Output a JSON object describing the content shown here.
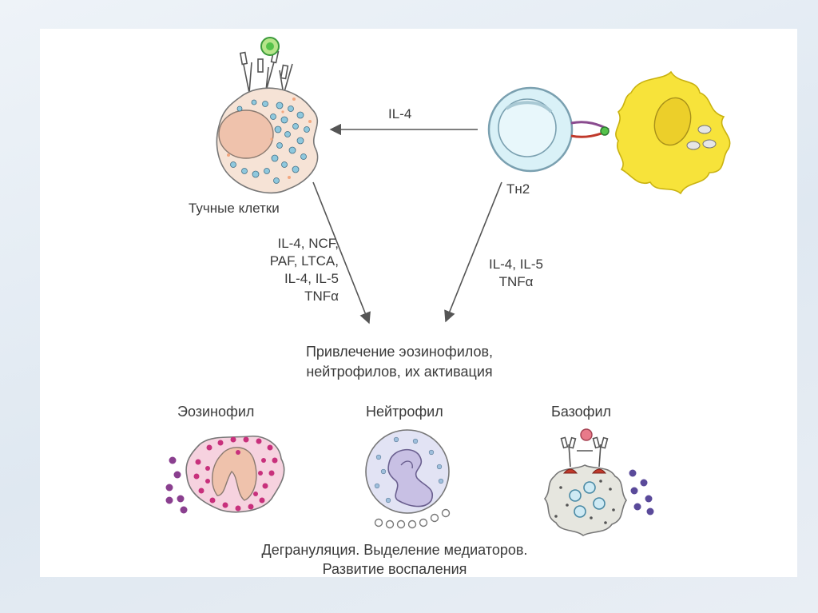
{
  "labels": {
    "il4_arrow": "IL-4",
    "mast_cells": "Тучные клетки",
    "th2": "Тн2",
    "mast_mediators": [
      "IL-4, NCF,",
      "PAF, LTCA,",
      "IL-4, IL-5",
      "TNFα"
    ],
    "th2_mediators": [
      "IL-4, IL-5",
      "TNFα"
    ],
    "recruitment": [
      "Привлечение эозинофилов,",
      "нейтрофилов, их активация"
    ],
    "eosinophil": "Эозинофил",
    "neutrophil": "Нейтрофил",
    "basophil": "Базофил",
    "outcome": [
      "Дегрануляция. Выделение медиаторов.",
      "Развитие воспаления"
    ]
  },
  "colors": {
    "mast_cell_body": "#f6e3d6",
    "mast_nucleus": "#efc2ac",
    "mast_granules": "#8fc8dd",
    "th2_body": "#d9f1f7",
    "apc_body": "#f7e33a",
    "eosinophil_granules": "#c8307c",
    "neutrophil_body": "#e2e3f4",
    "basophil_body": "#e6e6df",
    "arrow": "#555555"
  }
}
